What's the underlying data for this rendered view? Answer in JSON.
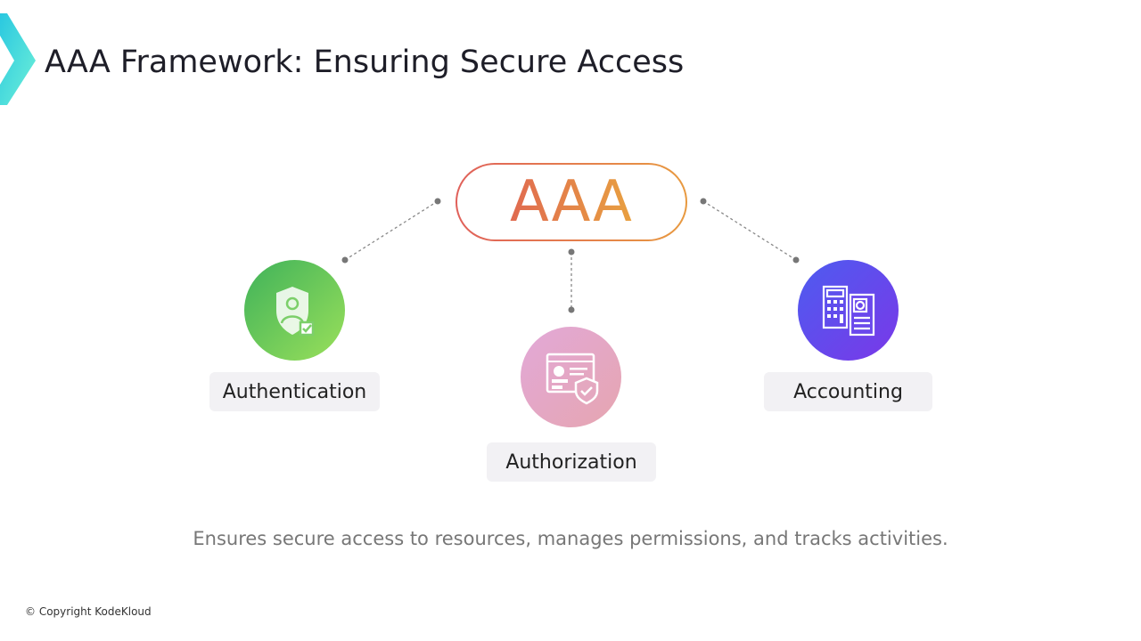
{
  "title": "AAA Framework: Ensuring Secure Access",
  "center": "AAA",
  "nodes": [
    {
      "label": "Authentication",
      "icon": "shield-user-check-icon",
      "color": "#4cbb5c"
    },
    {
      "label": "Authorization",
      "icon": "profile-shield-icon",
      "color": "#e2a6cc"
    },
    {
      "label": "Accounting",
      "icon": "calculator-report-icon",
      "color": "#5a4ff0"
    }
  ],
  "description": "Ensures secure access to resources, manages permissions, and tracks activities.",
  "copyright": "© Copyright KodeKloud"
}
